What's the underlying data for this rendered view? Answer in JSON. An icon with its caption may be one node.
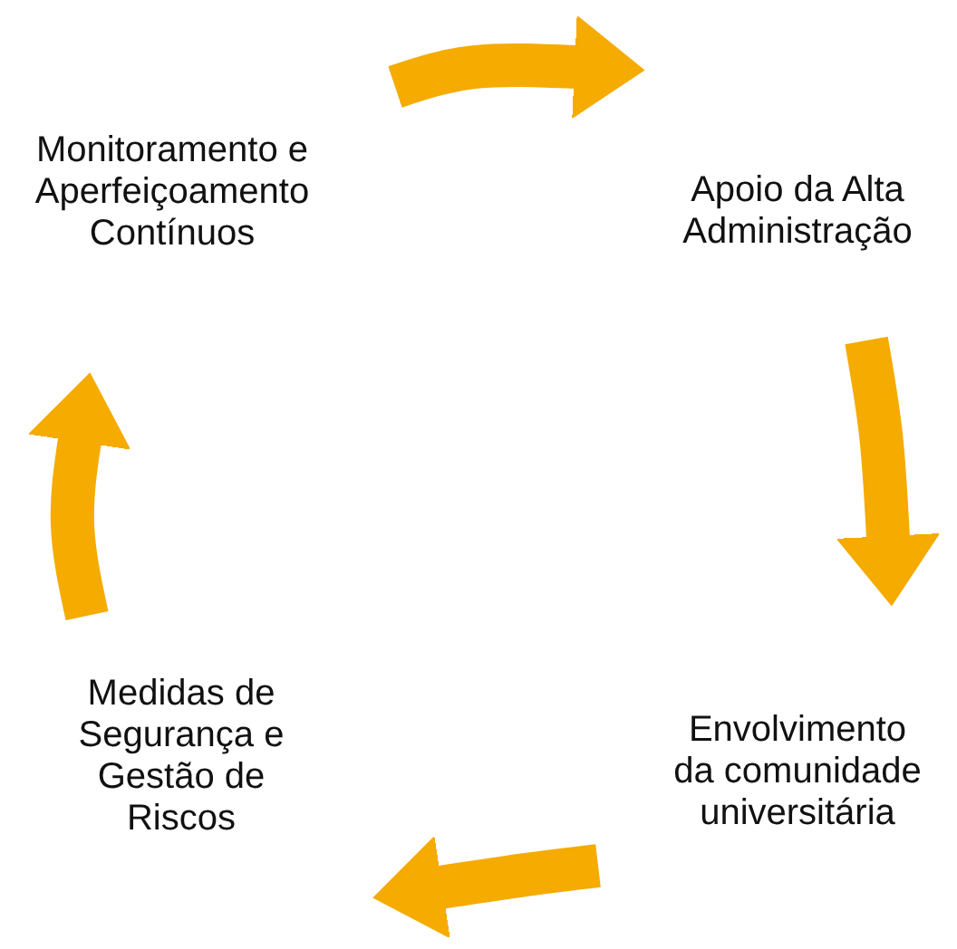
{
  "diagram": {
    "nodes": [
      {
        "text": [
          "Monitoramento e Aperfeiçoamento Contínuos"
        ]
      },
      {
        "text": [
          "Apoio da Alta Administração"
        ]
      },
      {
        "text": [
          "Envolvimento da comunidade universitária"
        ]
      },
      {
        "text": [
          "Medidas de Segurança e Gestão de Riscos"
        ]
      }
    ],
    "edges": [
      {
        "from": 0,
        "to": 1,
        "arrow": "to"
      },
      {
        "from": 1,
        "to": 2,
        "arrow": "to"
      },
      {
        "from": 2,
        "to": 3,
        "arrow": "to"
      },
      {
        "from": 3,
        "to": 0,
        "arrow": "to"
      }
    ]
  }
}
